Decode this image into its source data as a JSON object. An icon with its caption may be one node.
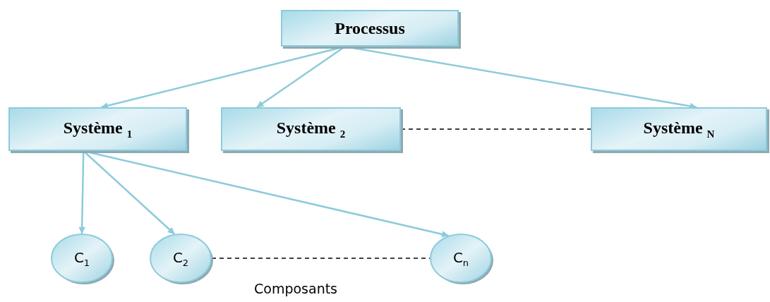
{
  "diagram": {
    "nodes": [
      {
        "text": [
          "Processus"
        ]
      },
      {
        "text": [
          "Système $_{1}$"
        ]
      },
      {
        "text": [
          "Système $_{2}$"
        ]
      },
      {
        "text": [
          "Système $_{N}$"
        ]
      },
      {
        "text": [
          "C$_{1}$"
        ]
      },
      {
        "text": [
          "C$_{2}$"
        ]
      },
      {
        "text": [
          "C$_{n}$"
        ]
      }
    ],
    "edges": [
      {
        "from": 0,
        "to": 1,
        "arrow": "to"
      },
      {
        "from": 0,
        "to": 2,
        "arrow": "to"
      },
      {
        "from": 0,
        "to": 3,
        "arrow": "to"
      },
      {
        "from": 2,
        "to": 3,
        "arrow": "none",
        "style": "dashed",
        "color": "#000000"
      },
      {
        "from": 1,
        "to": 4,
        "arrow": "to"
      },
      {
        "from": 1,
        "to": 5,
        "arrow": "to"
      },
      {
        "from": 1,
        "to": 6,
        "arrow": "to"
      },
      {
        "from": 5,
        "to": 6,
        "arrow": "none",
        "style": "dashed",
        "color": "#000000"
      }
    ],
    "labels": [
      "Composants"
    ]
  }
}
